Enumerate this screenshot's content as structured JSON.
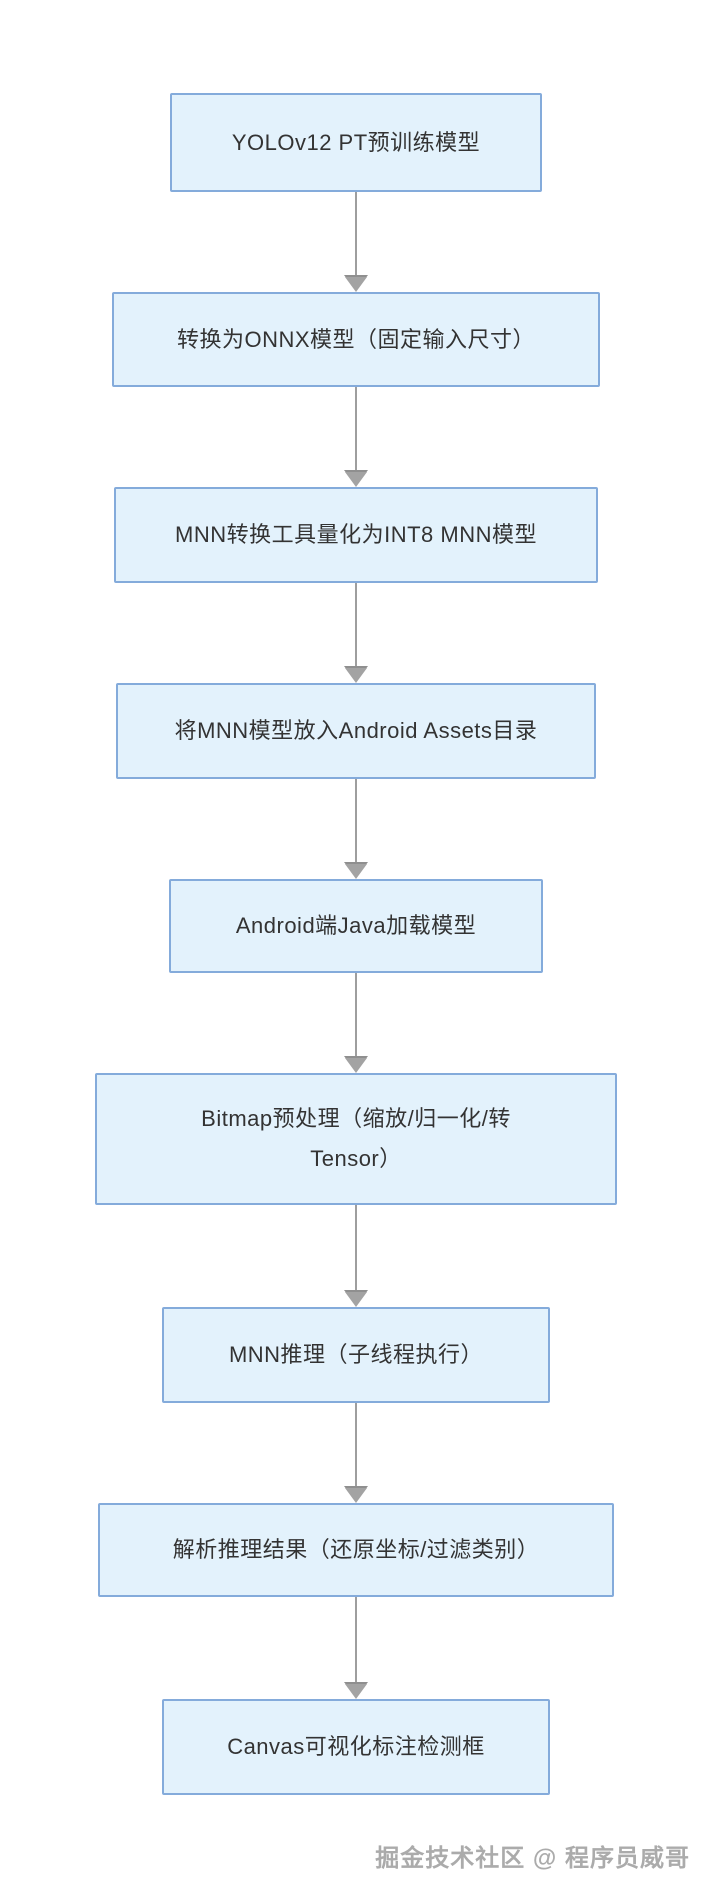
{
  "diagram": {
    "type": "flowchart",
    "direction": "top-down",
    "node_fill": "#e3f2fc",
    "node_border": "#84abdb",
    "node_text_color": "#333333",
    "connector_color": "#9e9e9e",
    "steps": [
      {
        "label": "YOLOv12 PT预训练模型"
      },
      {
        "label": "转换为ONNX模型（固定输入尺寸）"
      },
      {
        "label": "MNN转换工具量化为INT8 MNN模型"
      },
      {
        "label": "将MNN模型放入Android Assets目录"
      },
      {
        "label": "Android端Java加载模型"
      },
      {
        "label": "Bitmap预处理（缩放/归一化/转Tensor）"
      },
      {
        "label": "MNN推理（子线程执行）"
      },
      {
        "label": "解析推理结果（还原坐标/过滤类别）"
      },
      {
        "label": "Canvas可视化标注检测框"
      }
    ]
  },
  "watermark": {
    "text": "掘金技术社区 @ 程序员威哥"
  }
}
